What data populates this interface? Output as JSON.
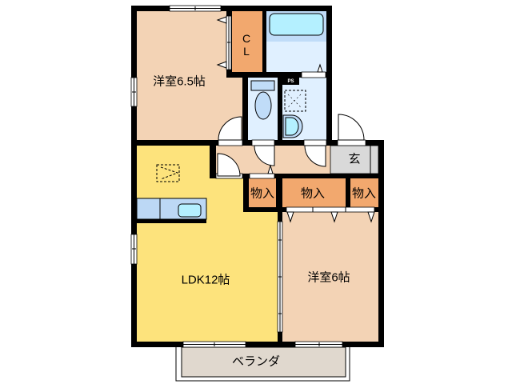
{
  "floor_plan": {
    "rooms": {
      "western_room_1": {
        "label": "洋室6.5帖"
      },
      "closet": {
        "label_top": "C",
        "label_bottom": "L"
      },
      "pipe_space": {
        "label": "PS"
      },
      "ldk": {
        "label": "LDK12帖"
      },
      "western_room_2": {
        "label": "洋室6帖"
      },
      "storage": [
        {
          "label": "物入"
        },
        {
          "label": "物入"
        },
        {
          "label": "物入"
        }
      ],
      "entrance": {
        "label": "玄"
      },
      "balcony": {
        "label": "ベランダ"
      }
    },
    "colors": {
      "wall": "#000000",
      "western_room": "#f3d3b5",
      "ldk": "#fde37c",
      "storage": "#f2a86e",
      "bath_upper": "#c0dcf8",
      "wet_area": "#e0f0ff",
      "fixture_water": "#b4f0ff",
      "kitchen_counter": "#bcd8f5",
      "entrance": "#d9d9d9",
      "balcony": "#e0d8ce"
    }
  }
}
